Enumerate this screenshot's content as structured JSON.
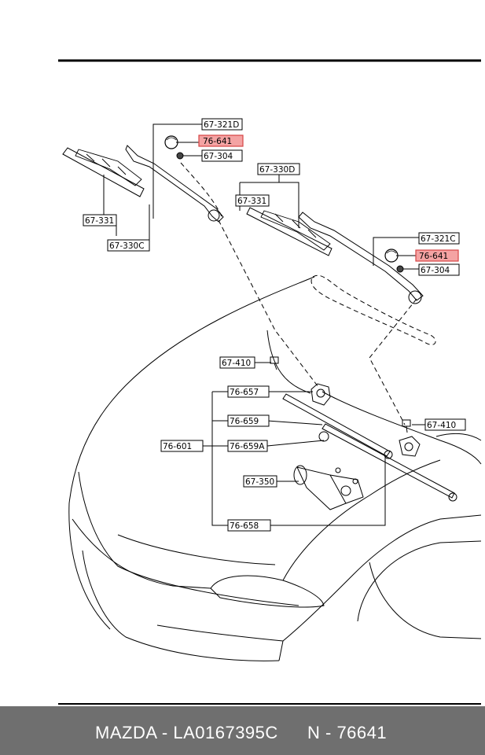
{
  "labels": {
    "arm_left": "67-321D",
    "cap_left": "76-641",
    "nut_left": "67-304",
    "blade_left": "67-331",
    "blade_assy_left": "67-330C",
    "blade_assy_right": "67-330D",
    "blade_right": "67-331",
    "arm_right": "67-321C",
    "cap_right": "76-641",
    "nut_right": "67-304",
    "pivot_bolt_left": "67-410",
    "pivot_bolt_right": "67-410",
    "linkage_pivot": "76-657",
    "link_rod": "76-659",
    "link_rod_a": "76-659A",
    "linkage_assy": "76-601",
    "motor": "67-350",
    "link_rod_long": "76-658"
  },
  "highlight_color": "#f4a3a3",
  "footer": {
    "brand_line": "MAZDA - LA0167395C",
    "part_line": "N - 76641",
    "background": "#6f6f6f"
  }
}
